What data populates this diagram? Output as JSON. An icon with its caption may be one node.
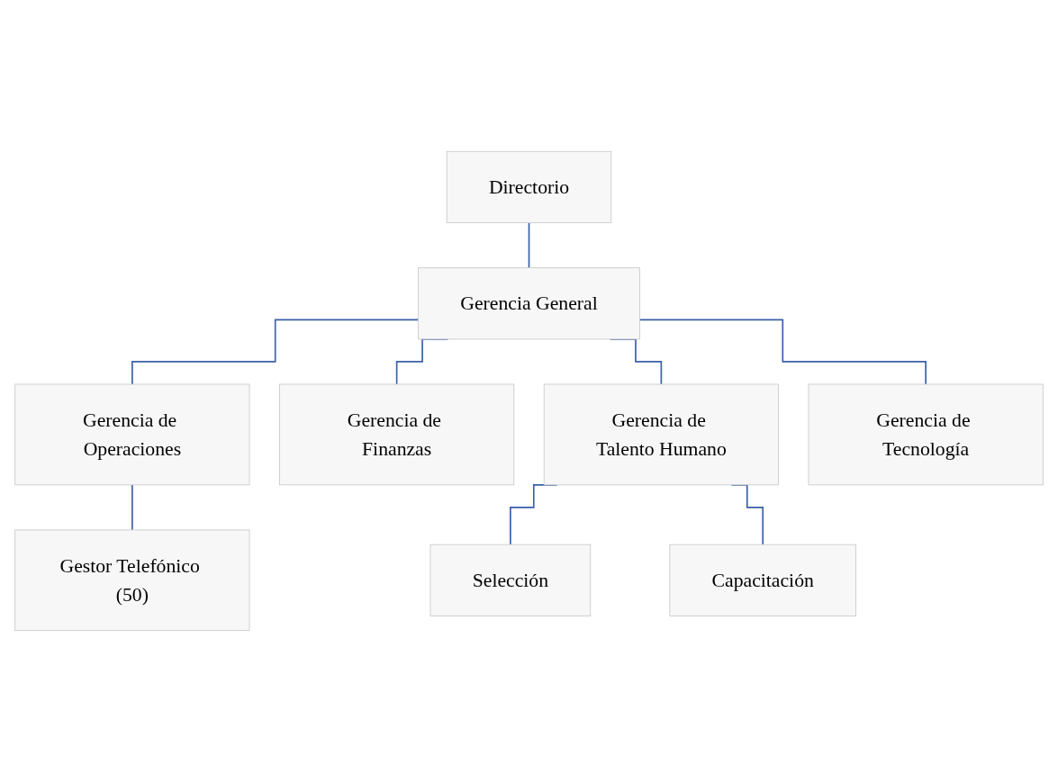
{
  "diagram": {
    "nodes": [
      {
        "text": [
          "Directorio"
        ]
      },
      {
        "text": [
          "Gerencia General"
        ]
      },
      {
        "text": [
          "Gerencia de Operaciones"
        ]
      },
      {
        "text": [
          "Gerencia de Finanzas"
        ]
      },
      {
        "text": [
          "Gerencia de Talento Humano"
        ]
      },
      {
        "text": [
          "Gerencia de Tecnología"
        ]
      },
      {
        "text": [
          "Gestor Telefónico (50)"
        ]
      },
      {
        "text": [
          "Selección"
        ]
      },
      {
        "text": [
          "Capacitación"
        ]
      }
    ],
    "edges": [
      {
        "from": 0,
        "to": 1,
        "arrow": "none"
      },
      {
        "from": 1,
        "to": 2,
        "arrow": "none"
      },
      {
        "from": 1,
        "to": 3,
        "arrow": "none"
      },
      {
        "from": 1,
        "to": 4,
        "arrow": "none"
      },
      {
        "from": 1,
        "to": 5,
        "arrow": "none"
      },
      {
        "from": 2,
        "to": 6,
        "arrow": "none"
      },
      {
        "from": 4,
        "to": 7,
        "arrow": "none"
      },
      {
        "from": 4,
        "to": 8,
        "arrow": "none"
      }
    ]
  }
}
